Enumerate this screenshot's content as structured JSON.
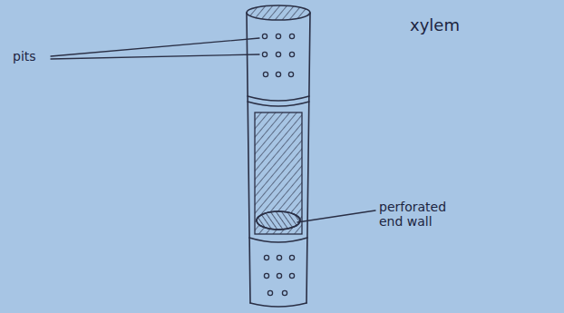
{
  "diagram": {
    "labels": [
      "pits",
      "xylem",
      "perforated end wall"
    ]
  }
}
